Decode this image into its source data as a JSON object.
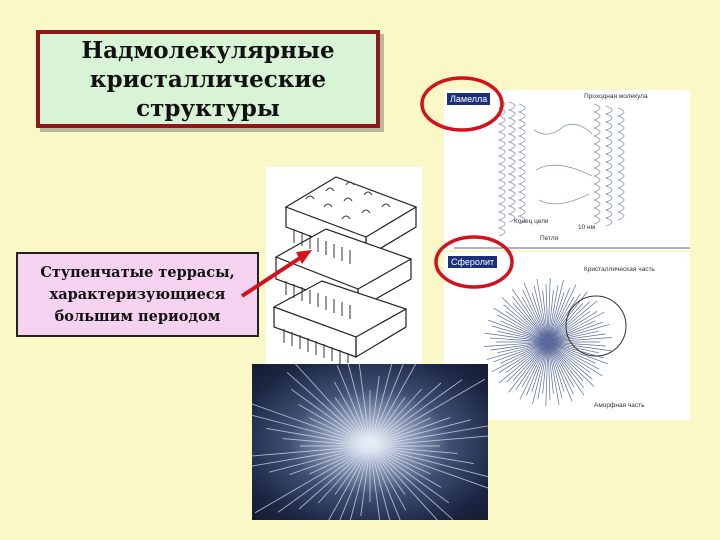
{
  "slide": {
    "title": "Надмолекулярные\nкристаллические\nструктуры",
    "caption": "Ступенчатые террасы,\nхарактеризующиеся\nбольшим периодом"
  },
  "lamella_panel": {
    "tag": "Ламелла",
    "label_molecule": "Проходная молекула",
    "label_chain_end": "Конец цепи",
    "label_loop": "Петля",
    "label_scale": "10 нм"
  },
  "spherulite_panel": {
    "tag": "Сферолит",
    "label_crystal": "Кристаллическая часть",
    "label_amorphous": "Аморфная часть"
  },
  "colors": {
    "background": "#fbf8c8",
    "title_fill": "#d9f3d6",
    "title_border": "#8a1a1a",
    "caption_fill": "#f5d2ef",
    "highlight_ring": "#d4101a",
    "arrow": "#d4101a",
    "tag_fill": "#1b2f7a"
  }
}
